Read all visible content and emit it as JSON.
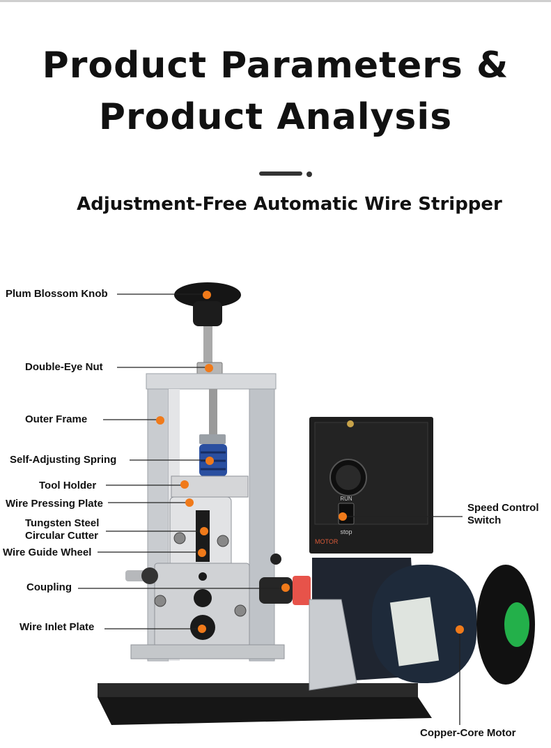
{
  "header": {
    "title_line1": "Product Parameters &",
    "title_line2": "Product Analysis",
    "subtitle": "Adjustment-Free Automatic Wire Stripper"
  },
  "callouts": {
    "plum_blossom_knob": "Plum Blossom Knob",
    "double_eye_nut": "Double-Eye Nut",
    "outer_frame": "Outer Frame",
    "self_adjusting_spring": "Self-Adjusting Spring",
    "tool_holder": "Tool Holder",
    "wire_pressing_plate": "Wire Pressing Plate",
    "tungsten_steel_line1": "Tungsten Steel",
    "tungsten_steel_line2": "Circular Cutter",
    "wire_guide_wheel": "Wire Guide Wheel",
    "coupling": "Coupling",
    "wire_inlet_plate": "Wire Inlet Plate",
    "speed_control_line1": "Speed Control",
    "speed_control_line2": "Switch",
    "copper_core_motor": "Copper-Core Motor"
  },
  "control_box": {
    "run_label": "RUN",
    "stop_label": "stop",
    "brand_label": "MOTOR"
  },
  "colors": {
    "marker": "#f07a1a",
    "text": "#111111",
    "motor_body": "#1e2a3a",
    "frame": "#c9ccd0",
    "base_plate": "#1a1a1a",
    "spring": "#2a4fa0"
  }
}
